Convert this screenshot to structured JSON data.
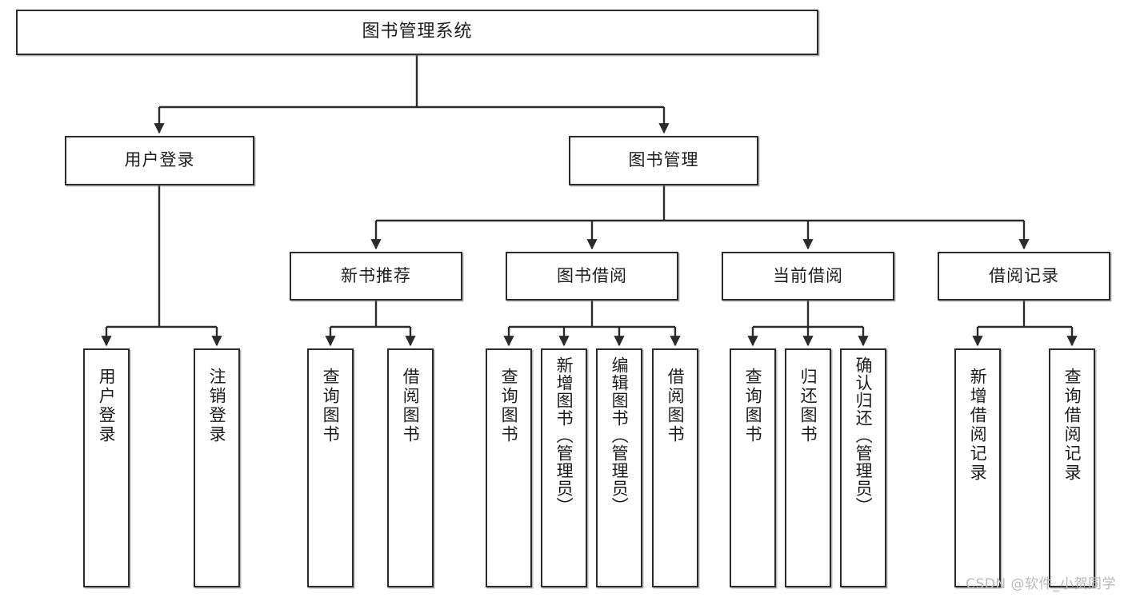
{
  "diagram": {
    "title": "图书管理系统",
    "type": "tree",
    "colors": {
      "box_border": "#2b2b2b",
      "box_fill": "#ffffff",
      "connector": "#2b2b2b",
      "text": "#1d1d1d",
      "watermark": "#b9b9b9",
      "background": "#ffffff"
    },
    "root": {
      "label": "图书管理系统"
    },
    "level2": [
      {
        "label": "用户登录"
      },
      {
        "label": "图书管理"
      }
    ],
    "level3": [
      {
        "label": "新书推荐"
      },
      {
        "label": "图书借阅"
      },
      {
        "label": "当前借阅"
      },
      {
        "label": "借阅记录"
      }
    ],
    "leaves": [
      {
        "label": "用户登录",
        "parent": "用户登录"
      },
      {
        "label": "注销登录",
        "parent": "用户登录"
      },
      {
        "label": "查询图书",
        "parent": "新书推荐"
      },
      {
        "label": "借阅图书",
        "parent": "新书推荐"
      },
      {
        "label": "查询图书",
        "parent": "图书借阅"
      },
      {
        "label": "新增图书（管理员）",
        "parent": "图书借阅"
      },
      {
        "label": "编辑图书（管理员）",
        "parent": "图书借阅"
      },
      {
        "label": "借阅图书",
        "parent": "图书借阅"
      },
      {
        "label": "查询图书",
        "parent": "当前借阅"
      },
      {
        "label": "归还图书",
        "parent": "当前借阅"
      },
      {
        "label": "确认归还（管理员）",
        "parent": "当前借阅"
      },
      {
        "label": "新增借阅记录",
        "parent": "借阅记录"
      },
      {
        "label": "查询借阅记录",
        "parent": "借阅记录"
      }
    ]
  },
  "watermark": {
    "text": "CSDN @软件_小贺同学"
  }
}
